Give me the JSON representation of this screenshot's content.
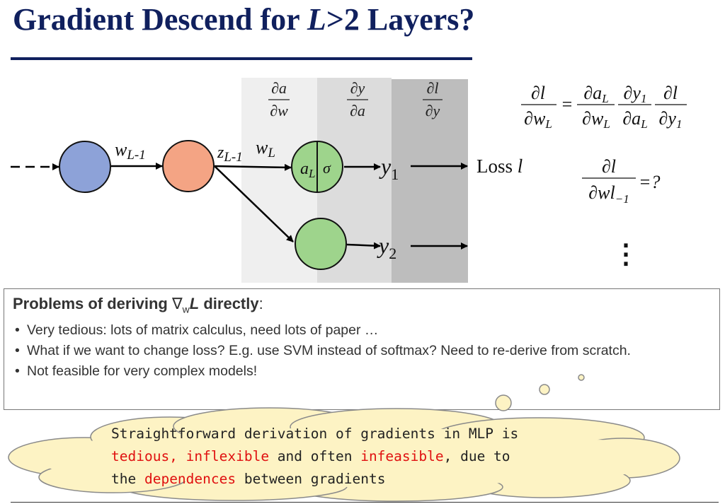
{
  "title": {
    "prefix": "Gradient Descend for ",
    "var": "L",
    "suffix": ">2 Layers?"
  },
  "diagram": {
    "col_num_1": "∂a",
    "col_den_1": "∂w",
    "col_num_2": "∂y",
    "col_den_2": "∂a",
    "col_num_3": "∂l",
    "col_den_3": "∂y",
    "w_prev_label": "w",
    "w_prev_sub": "L-1",
    "z_label": "z",
    "z_sub": "L-1",
    "w_label": "w",
    "w_sub": "L",
    "a_label": "a",
    "a_sub": "L",
    "sigma_label": "σ",
    "y1_label": "y",
    "y1_sub": "1",
    "y2_label": "y",
    "y2_sub": "2",
    "loss_prefix": "Loss ",
    "loss_var": "l",
    "colors": {
      "node_blue": "#8da2d8",
      "node_orange": "#f4a484",
      "node_green": "#9ed48c",
      "col_light": "#efefef",
      "col_mid": "#dcdcdc",
      "col_dark": "#bdbdbd"
    }
  },
  "equations": {
    "eq1_lhs_num": "∂l",
    "eq1_lhs_den_main": "∂w",
    "eq1_lhs_den_sub": "L",
    "eq1_equals": "=",
    "eq1_f1_num_main": "∂a",
    "eq1_f1_num_sub": "L",
    "eq1_f1_den_main": "∂w",
    "eq1_f1_den_sub": "L",
    "eq1_f2_num_main": "∂y",
    "eq1_f2_num_sub": "1",
    "eq1_f2_den_main": "∂a",
    "eq1_f2_den_sub": "L",
    "eq1_f3_num": "∂l",
    "eq1_f3_den_main": "∂y",
    "eq1_f3_den_sub": "1",
    "eq2_num": "∂l",
    "eq2_den_main": "∂wl",
    "eq2_den_sub": "−1",
    "eq2_rhs": "=?",
    "vdots": "⋮"
  },
  "problems": {
    "heading_prefix": "Problems of deriving ",
    "heading_nabla": "∇",
    "heading_sub": "w",
    "heading_var": "L",
    "heading_suffix": " directly",
    "heading_colon": ":",
    "items": [
      "Very tedious: lots of matrix calculus, need lots of paper …",
      "What if we want to change loss? E.g. use SVM instead of softmax? Need to re-derive from scratch.",
      "Not feasible for very complex models!"
    ]
  },
  "cloud": {
    "line1": "Straightforward derivation of gradients in MLP is",
    "line2_red1": "tedious, inflexible",
    "line2_mid": " and often ",
    "line2_red2": "infeasible",
    "line2_end": ", due to",
    "line3_start": "the ",
    "line3_red": "dependences",
    "line3_end": " between gradients",
    "fill": "#fdf3c4",
    "stroke": "#8a8a8a"
  }
}
